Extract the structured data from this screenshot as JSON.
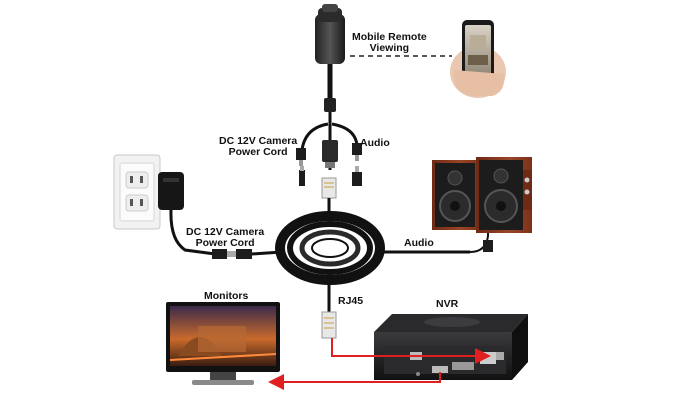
{
  "labels": {
    "mobile_remote": [
      "Mobile Remote",
      "Viewing"
    ],
    "dc_power_top": [
      "DC 12V Camera",
      "Power Cord"
    ],
    "audio_top": "Audio",
    "dc_power_left": [
      "DC 12V Camera",
      "Power Cord"
    ],
    "audio_right": "Audio",
    "monitors": "Monitors",
    "rj45": "RJ45",
    "nvr": "NVR"
  },
  "colors": {
    "cable": "#111111",
    "signal_arrow": "#e02020",
    "dashed_link": "#222222",
    "speaker_wood": "#8a3b22",
    "nvr_body": "#1c1c1e",
    "wall_outlet": "#f2f2f2"
  },
  "components": [
    "bullet-camera",
    "smartphone",
    "wall-outlet",
    "power-adapter",
    "cable-coil",
    "speakers",
    "monitor",
    "nvr-recorder"
  ]
}
